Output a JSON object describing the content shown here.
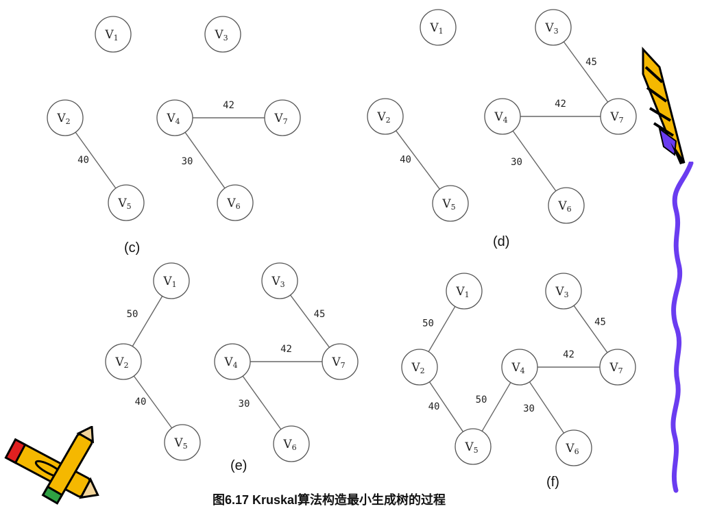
{
  "caption": "图6.17   Kruskal算法构造最小生成树的过程",
  "panels": [
    {
      "id": "c",
      "label": "(c)",
      "nodes": [
        {
          "id": "v1",
          "name": "V",
          "sub": "1"
        },
        {
          "id": "v3",
          "name": "V",
          "sub": "3"
        },
        {
          "id": "v2",
          "name": "V",
          "sub": "2"
        },
        {
          "id": "v4",
          "name": "V",
          "sub": "4"
        },
        {
          "id": "v7",
          "name": "V",
          "sub": "7"
        },
        {
          "id": "v5",
          "name": "V",
          "sub": "5"
        },
        {
          "id": "v6",
          "name": "V",
          "sub": "6"
        }
      ],
      "edges": [
        {
          "from": "v4",
          "to": "v7",
          "weight": "42"
        },
        {
          "from": "v2",
          "to": "v5",
          "weight": "40"
        },
        {
          "from": "v4",
          "to": "v6",
          "weight": "30"
        }
      ]
    },
    {
      "id": "d",
      "label": "(d)",
      "nodes": [
        {
          "id": "v1",
          "name": "V",
          "sub": "1"
        },
        {
          "id": "v3",
          "name": "V",
          "sub": "3"
        },
        {
          "id": "v2",
          "name": "V",
          "sub": "2"
        },
        {
          "id": "v4",
          "name": "V",
          "sub": "4"
        },
        {
          "id": "v7",
          "name": "V",
          "sub": "7"
        },
        {
          "id": "v5",
          "name": "V",
          "sub": "5"
        },
        {
          "id": "v6",
          "name": "V",
          "sub": "6"
        }
      ],
      "edges": [
        {
          "from": "v3",
          "to": "v7",
          "weight": "45"
        },
        {
          "from": "v4",
          "to": "v7",
          "weight": "42"
        },
        {
          "from": "v2",
          "to": "v5",
          "weight": "40"
        },
        {
          "from": "v4",
          "to": "v6",
          "weight": "30"
        }
      ]
    },
    {
      "id": "e",
      "label": "(e)",
      "nodes": [
        {
          "id": "v1",
          "name": "V",
          "sub": "1"
        },
        {
          "id": "v3",
          "name": "V",
          "sub": "3"
        },
        {
          "id": "v2",
          "name": "V",
          "sub": "2"
        },
        {
          "id": "v4",
          "name": "V",
          "sub": "4"
        },
        {
          "id": "v7",
          "name": "V",
          "sub": "7"
        },
        {
          "id": "v5",
          "name": "V",
          "sub": "5"
        },
        {
          "id": "v6",
          "name": "V",
          "sub": "6"
        }
      ],
      "edges": [
        {
          "from": "v1",
          "to": "v2",
          "weight": "50"
        },
        {
          "from": "v3",
          "to": "v7",
          "weight": "45"
        },
        {
          "from": "v4",
          "to": "v7",
          "weight": "42"
        },
        {
          "from": "v2",
          "to": "v5",
          "weight": "40"
        },
        {
          "from": "v4",
          "to": "v6",
          "weight": "30"
        }
      ]
    },
    {
      "id": "f",
      "label": "(f)",
      "nodes": [
        {
          "id": "v1",
          "name": "V",
          "sub": "1"
        },
        {
          "id": "v3",
          "name": "V",
          "sub": "3"
        },
        {
          "id": "v2",
          "name": "V",
          "sub": "2"
        },
        {
          "id": "v4",
          "name": "V",
          "sub": "4"
        },
        {
          "id": "v7",
          "name": "V",
          "sub": "7"
        },
        {
          "id": "v5",
          "name": "V",
          "sub": "5"
        },
        {
          "id": "v6",
          "name": "V",
          "sub": "6"
        }
      ],
      "edges": [
        {
          "from": "v1",
          "to": "v2",
          "weight": "50"
        },
        {
          "from": "v3",
          "to": "v7",
          "weight": "45"
        },
        {
          "from": "v4",
          "to": "v7",
          "weight": "42"
        },
        {
          "from": "v2",
          "to": "v5",
          "weight": "40"
        },
        {
          "from": "v5",
          "to": "v4",
          "weight": "50"
        },
        {
          "from": "v4",
          "to": "v6",
          "weight": "30"
        }
      ]
    }
  ],
  "decorations": [
    "pencil-top-right-icon",
    "pencils-bottom-left-icon",
    "purple-squiggle-icon"
  ],
  "colors": {
    "pencil_yellow": "#f5b800",
    "squiggle_purple": "#6a3cf0",
    "pencil_red": "#e02020",
    "pencil_green": "#2fa043"
  }
}
